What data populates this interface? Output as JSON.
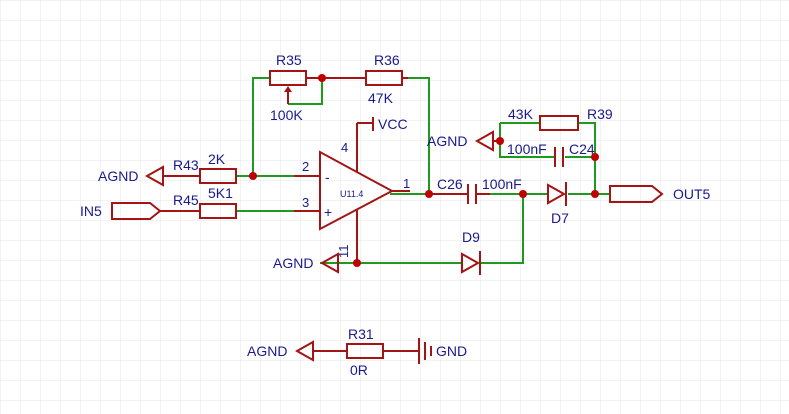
{
  "opamp": {
    "ref": "U11.4",
    "pin_inv": "2",
    "pin_noninv": "3",
    "pin_out": "1",
    "pin_vcc": "4",
    "pin_gnd": "11",
    "minus": "-",
    "plus": "+"
  },
  "nets": {
    "vcc": "VCC",
    "agnd_left": "AGND",
    "in5": "IN5",
    "agnd_bottom": "AGND",
    "agnd_right": "AGND",
    "out5": "OUT5",
    "agnd_r31": "AGND",
    "gnd": "GND"
  },
  "parts": {
    "r35": {
      "ref": "R35",
      "value": "100K"
    },
    "r36": {
      "ref": "R36",
      "value": "47K"
    },
    "r43": {
      "ref": "R43",
      "value": "2K"
    },
    "r45": {
      "ref": "R45",
      "value": "5K1"
    },
    "r39": {
      "ref": "R39",
      "value": "43K"
    },
    "c24": {
      "ref": "C24",
      "value": "100nF"
    },
    "c26": {
      "ref": "C26",
      "value": "100nF"
    },
    "d7": {
      "ref": "D7"
    },
    "d9": {
      "ref": "D9"
    },
    "r31": {
      "ref": "R31",
      "value": "0R"
    }
  }
}
